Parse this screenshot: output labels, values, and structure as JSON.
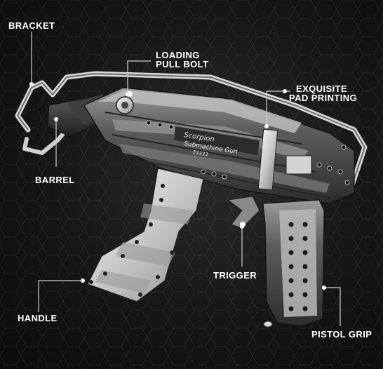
{
  "callouts": {
    "bracket": "BRACKET",
    "loading_line1": "LOADING",
    "loading_line2": "PULL BOLT",
    "pad_line1": "EXQUISITE",
    "pad_line2": "PAD PRINTING",
    "barrel": "BARREL",
    "trigger": "TRIGGER",
    "handle": "HANDLE",
    "pistol_grip": "PISTOL GRIP"
  },
  "pad_print": {
    "name": "Scorpion",
    "model": "Submachine Gun",
    "code": "E1111"
  }
}
